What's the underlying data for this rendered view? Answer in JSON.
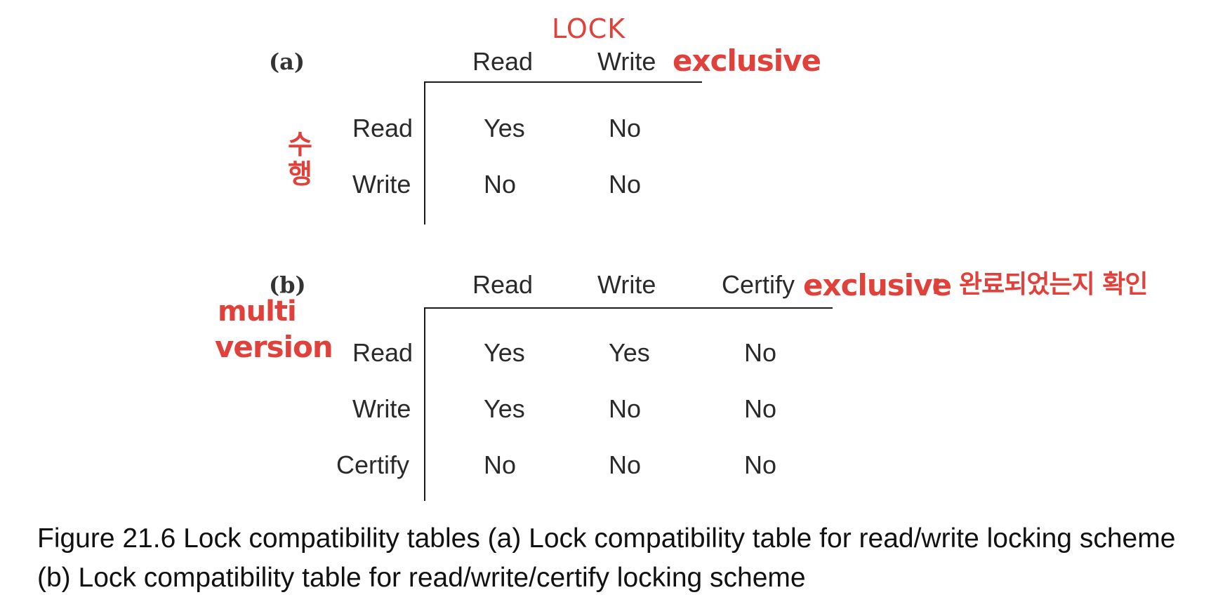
{
  "table_a": {
    "label": "(a)",
    "col_headers": [
      "Read",
      "Write"
    ],
    "rows": [
      {
        "header": "Read",
        "cells": [
          "Yes",
          "No"
        ]
      },
      {
        "header": "Write",
        "cells": [
          "No",
          "No"
        ]
      }
    ]
  },
  "table_b": {
    "label": "(b)",
    "col_headers": [
      "Read",
      "Write",
      "Certify"
    ],
    "rows": [
      {
        "header": "Read",
        "cells": [
          "Yes",
          "Yes",
          "No"
        ]
      },
      {
        "header": "Write",
        "cells": [
          "Yes",
          "No",
          "No"
        ]
      },
      {
        "header": "Certify",
        "cells": [
          "No",
          "No",
          "No"
        ]
      }
    ]
  },
  "annotations": {
    "lock": "LOCK",
    "exclusive_a": "exclusive",
    "suhaeng": "수행",
    "multi": "multi",
    "version": "version",
    "exclusive_b": "exclusive",
    "colon": ":",
    "completion_note": "완료되었는지 확인",
    "color": "#e0413a"
  },
  "caption": "Figure 21.6 Lock compatibility tables (a) Lock compatibility table for read/write locking scheme (b) Lock compatibility table for read/write/certify locking scheme"
}
